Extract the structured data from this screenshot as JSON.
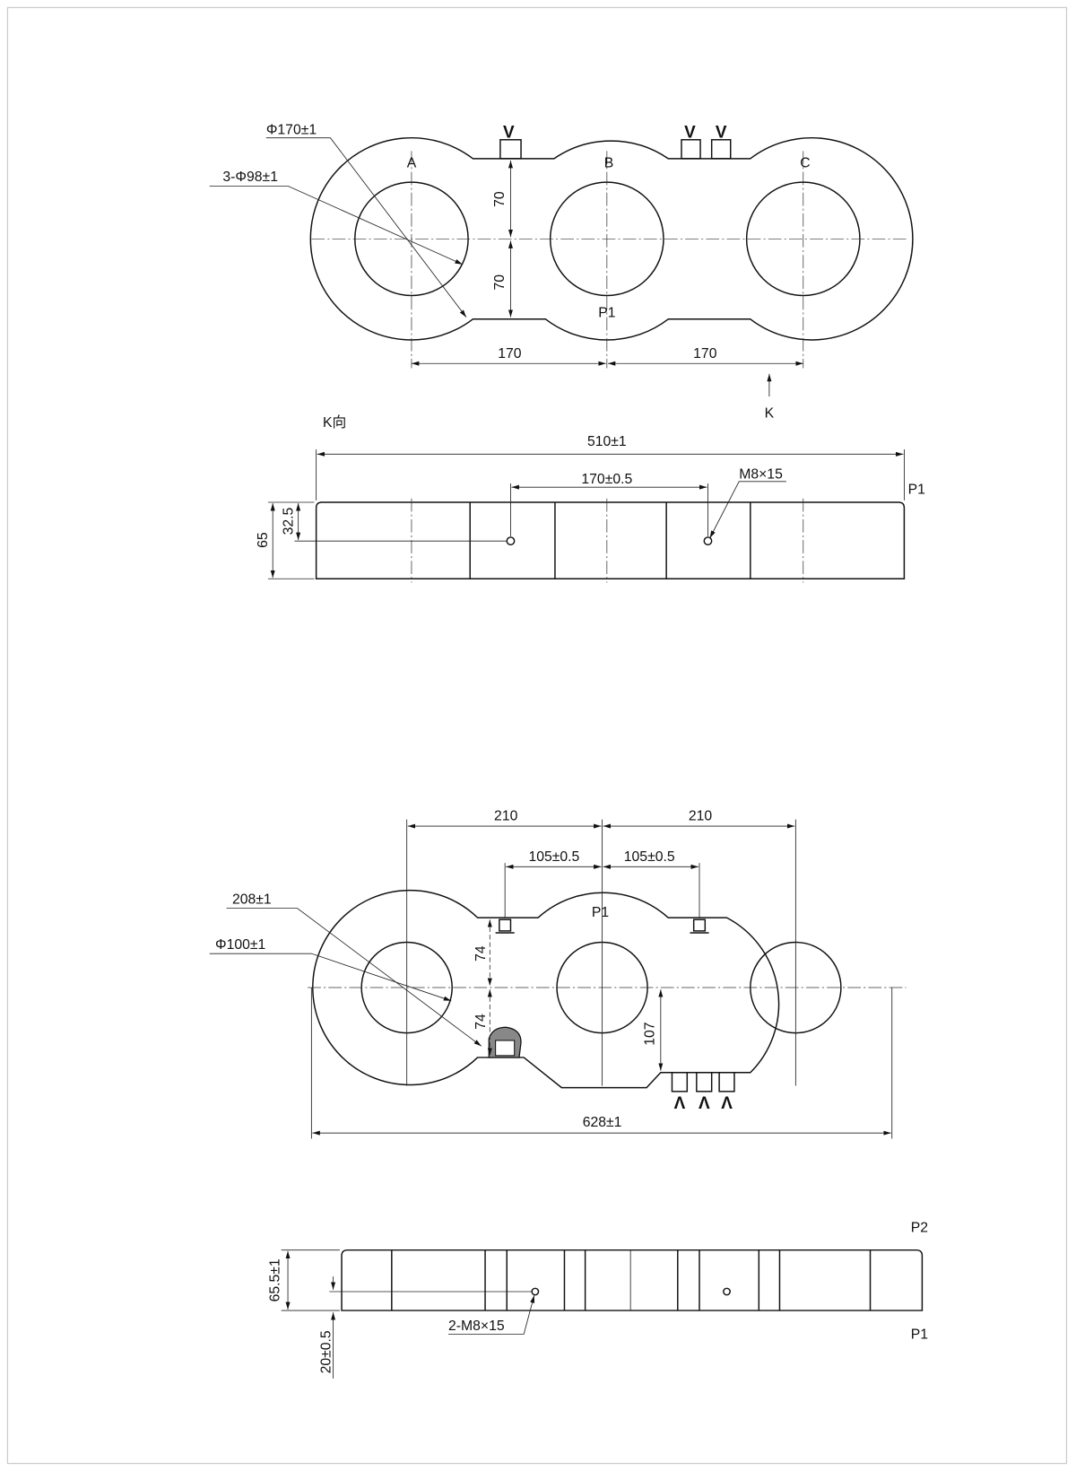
{
  "frame_color": "#cccccc",
  "top_view": {
    "phase_labels": [
      "A",
      "B",
      "C"
    ],
    "face_label": "P1",
    "outer_diameter": "Φ170±1",
    "hole_diameter": "3-Φ98±1",
    "half_height_upper": "70",
    "half_height_lower": "70",
    "pitch_left": "170",
    "pitch_right": "170",
    "view_arrow": "K",
    "terminal_marks": [
      "V",
      "V",
      "V"
    ]
  },
  "k_view": {
    "title": "K向",
    "overall_length": "510±1",
    "hole_spacing": "170±0.5",
    "thread": "M8×15",
    "face_label": "P1",
    "height": "65",
    "hole_height": "32.5"
  },
  "bottom_view": {
    "pitch_left": "210",
    "pitch_right": "210",
    "bolt_left": "105±0.5",
    "bolt_right": "105±0.5",
    "face_label": "P1",
    "outer_size": "208±1",
    "hole_diameter": "Φ100±1",
    "half_upper": "74",
    "half_lower": "74",
    "offset": "107",
    "overall_length": "628±1",
    "terminal_marks": [
      "Λ",
      "Λ",
      "Λ"
    ]
  },
  "bottom_side_view": {
    "face_top": "P2",
    "face_bottom": "P1",
    "height": "65.5±1",
    "hole_height": "20±0.5",
    "thread": "2-M8×15"
  }
}
